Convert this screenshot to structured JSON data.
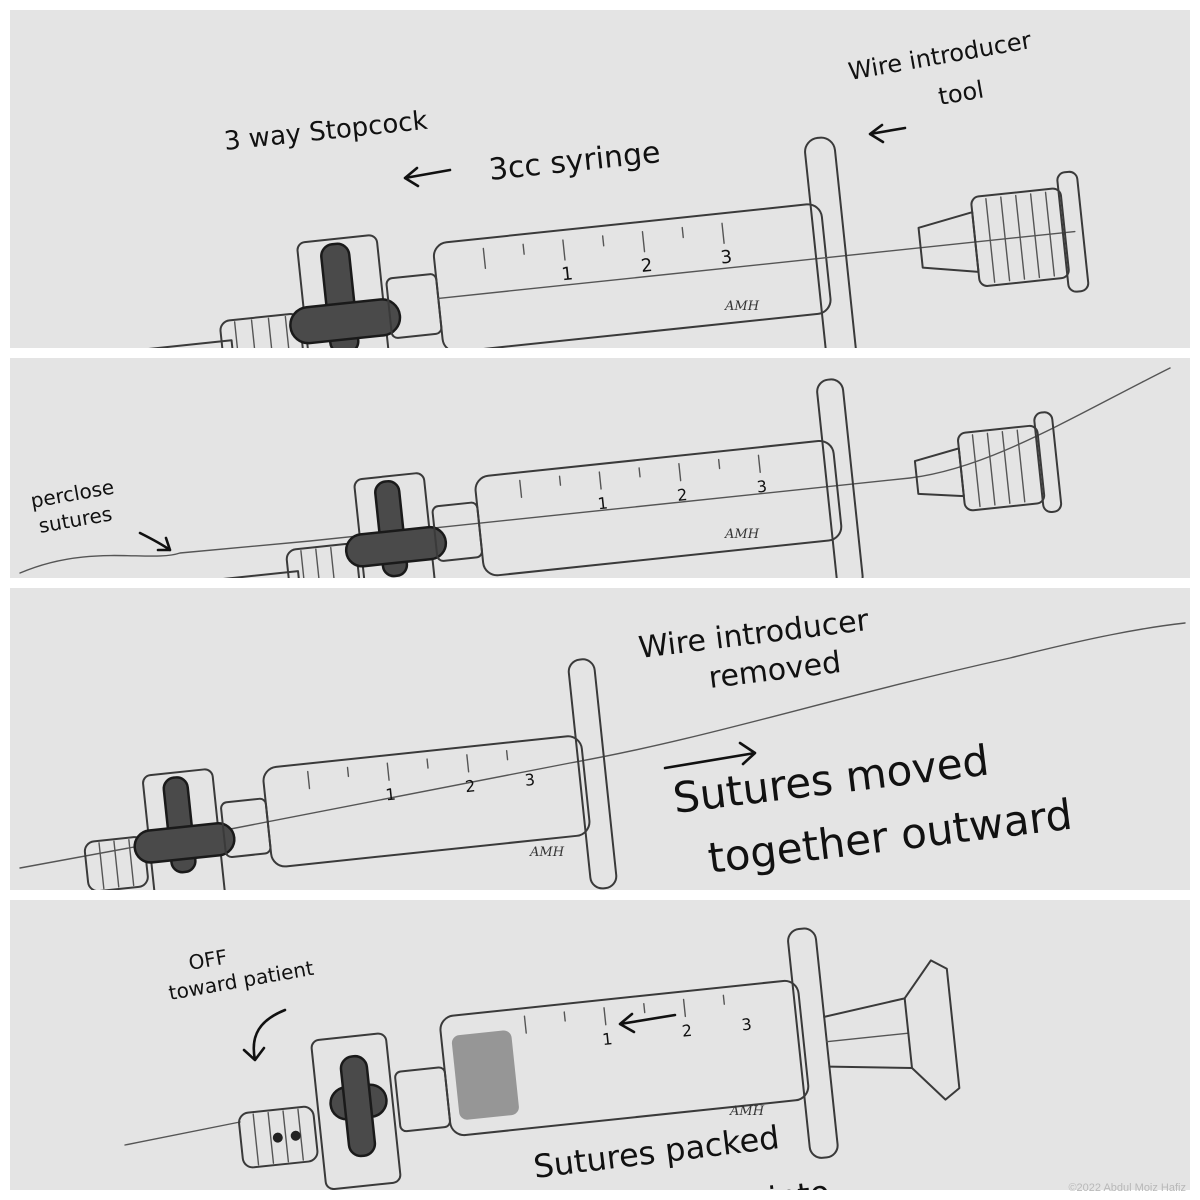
{
  "panels": [
    {
      "labels": {
        "stopcock": "3 way Stopcock",
        "syringe": "3cc syringe",
        "wire_tool_line1": "Wire introducer",
        "wire_tool_line2": "tool"
      }
    },
    {
      "labels": {
        "perclose_line1": "perclose",
        "perclose_line2": "sutures"
      }
    },
    {
      "labels": {
        "wire_removed_line1": "Wire introducer",
        "wire_removed_line2": "removed",
        "moved_line1": "Sutures moved",
        "moved_line2": "together outward"
      }
    },
    {
      "labels": {
        "off_line1": "OFF",
        "off_line2": "toward patient",
        "packed_line1": "Sutures packed",
        "packed_line2": "into"
      }
    }
  ],
  "signature": "AMH",
  "syringe_marks": [
    "1",
    "2",
    "3"
  ],
  "watermark": "©2022 Abdul Moiz Hafiz"
}
